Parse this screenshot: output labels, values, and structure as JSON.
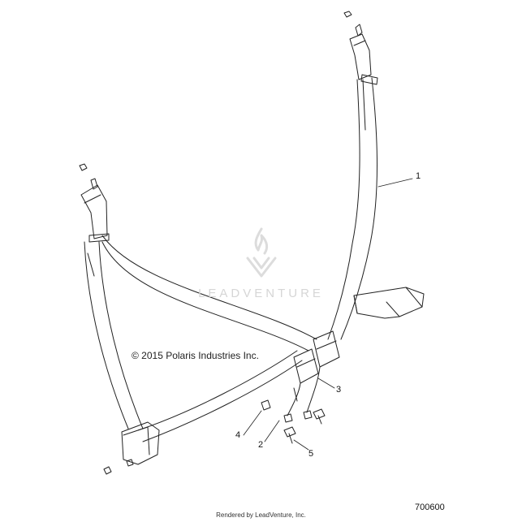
{
  "diagram": {
    "copyright": "© 2015 Polaris Industries Inc.",
    "diagram_id": "700600",
    "render_credit": "Rendered by LeadVenture, Inc.",
    "watermark": "LEADVENTURE",
    "callouts": [
      {
        "id": "callout-1",
        "label": "1"
      },
      {
        "id": "callout-2",
        "label": "2"
      },
      {
        "id": "callout-3",
        "label": "3"
      },
      {
        "id": "callout-4",
        "label": "4"
      },
      {
        "id": "callout-5",
        "label": "5"
      }
    ]
  }
}
